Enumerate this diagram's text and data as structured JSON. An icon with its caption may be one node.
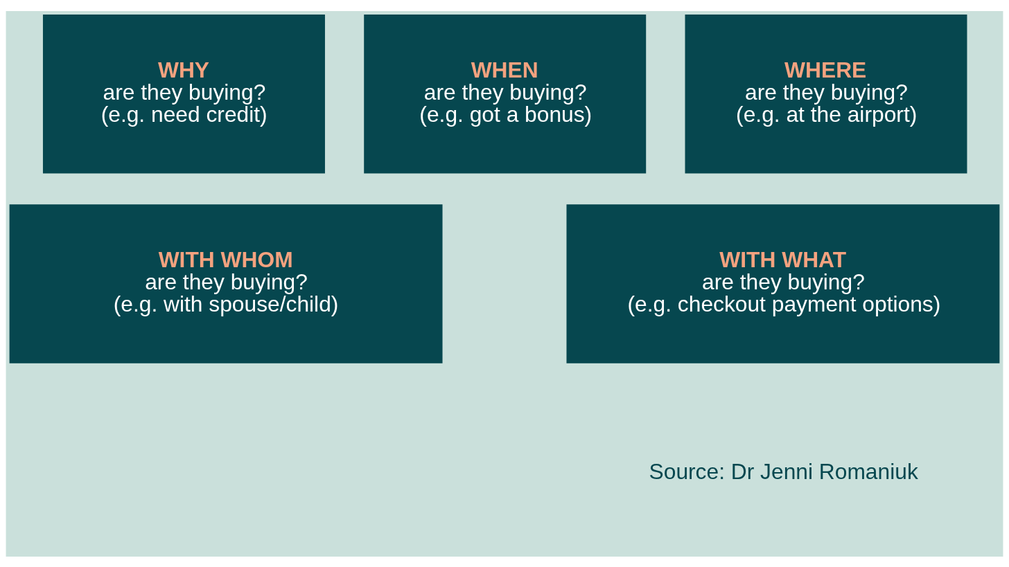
{
  "diagram": {
    "nodes": [
      {
        "text": [
          "WHY",
          "are they buying?",
          "(e.g. need credit)"
        ]
      },
      {
        "text": [
          "WHEN",
          "are they buying?",
          "(e.g. got a bonus)"
        ]
      },
      {
        "text": [
          "WHERE",
          "are they buying?",
          "(e.g. at the airport)"
        ]
      },
      {
        "text": [
          "WITH WHOM",
          "are they buying?",
          "(e.g. with spouse/child)"
        ]
      },
      {
        "text": [
          "WITH WHAT",
          "are they buying?",
          "(e.g. checkout payment options)"
        ]
      }
    ],
    "labels": [
      "Source: Dr Jenni Romaniuk"
    ]
  }
}
